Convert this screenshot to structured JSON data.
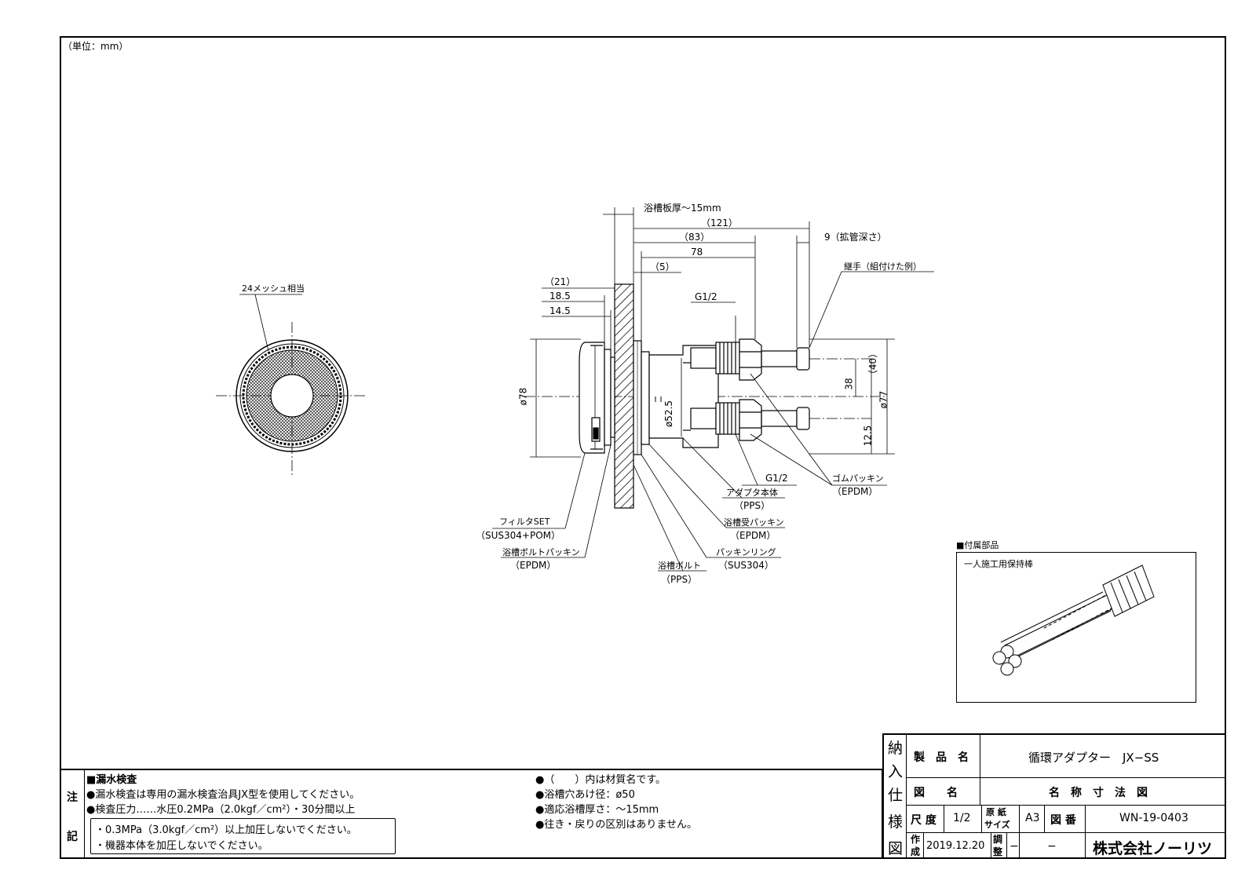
{
  "unit_note": "（単位：mm）",
  "dimensions": {
    "plate_thickness": "浴槽板厚～15mm",
    "d121": "（121）",
    "d83": "（83）",
    "d9": "9（拡管深さ）",
    "d78": "78",
    "d5": "（5）",
    "d21": "（21）",
    "d18_5": "18.5",
    "d14_5": "14.5",
    "g1_2_top": "G1/2",
    "g1_2_bottom": "G1/2",
    "phi78": "ø78",
    "phi52_5": "ø52.5",
    "d40": "（40）",
    "d38": "38",
    "phi77": "ø77",
    "d12_5": "12.5"
  },
  "labels": {
    "mesh": "24メッシュ相当",
    "joint": "継手（組付けた例）",
    "rubber_packing": "ゴムパッキン",
    "rubber_packing_mat": "（EPDM）",
    "adapter_body": "アダプタ本体",
    "adapter_body_mat": "（PPS）",
    "tub_packing": "浴槽受パッキン",
    "tub_packing_mat": "（EPDM）",
    "packing_ring": "パッキンリング",
    "packing_ring_mat": "（SUS304）",
    "tub_bolt": "浴槽ボルト",
    "tub_bolt_mat": "（PPS）",
    "filter_set": "フィルタSET",
    "filter_set_mat": "（SUS304+POM）",
    "bolt_packing": "浴槽ボルトパッキン",
    "bolt_packing_mat": "（EPDM）"
  },
  "accessory": {
    "title": "■付属部品",
    "name": "一人施工用保持棒"
  },
  "notes": {
    "side_chars": [
      "注",
      "記"
    ],
    "leak_title": "■漏水検査",
    "leak_1": "●漏水検査は専用の漏水検査治具JX型を使用してください。",
    "leak_2": "●検査圧力……水圧0.2MPa（2.0kgf／cm²）・30分間以上",
    "warn_1": "・0.3MPa（3.0kgf／cm²）以上加圧しないでください。",
    "warn_2": "・機器本体を加圧しないでください。",
    "right_1": "●（　　）内は材質名です。",
    "right_2": "●浴槽穴あけ径：ø50",
    "right_3": "●適応浴槽厚さ：～15mm",
    "right_4": "●往き・戻りの区別はありません。"
  },
  "title_block": {
    "side_chars": [
      "納",
      "入",
      "仕",
      "様",
      "図"
    ],
    "product_name_label": "製　品　名",
    "product_name": "循環アダプター　JX−SS",
    "drawing_name_label": "図　　名",
    "drawing_name": "名　称　寸　法　図",
    "scale_label": "尺 度",
    "scale": "1/2",
    "paper_size_label_1": "原 紙",
    "paper_size_label_2": "サイズ",
    "paper_size": "A3",
    "drawing_no_label": "図 番",
    "drawing_no": "WN-19-0403",
    "created_label_1": "作",
    "created_label_2": "成",
    "created": "2019.12.20",
    "adjust_label_1": "調",
    "adjust_label_2": "整",
    "adjust_1": "−",
    "adjust_2": "−",
    "company": "株式会社ノーリツ"
  }
}
